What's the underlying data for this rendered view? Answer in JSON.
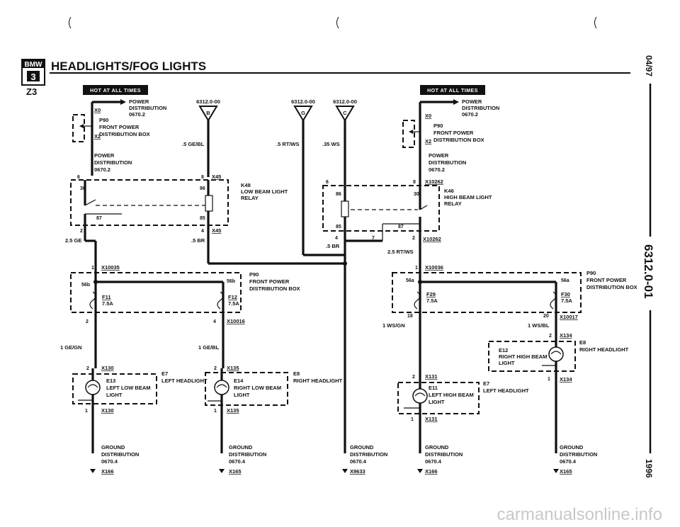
{
  "header": {
    "logo_text": "BMW",
    "title": "HEADLIGHTS/FOG LIGHTS",
    "model": "Z3"
  },
  "side": {
    "date": "04/97",
    "section": "6312.0-01",
    "year": "1996"
  },
  "hot_label": "HOT AT ALL TIMES",
  "watermark": "carmanualsonline.info",
  "left": {
    "pd_power": "POWER",
    "pd_distribution": "DISTRIBUTION",
    "pd_code": "0670.2",
    "x0": "X0",
    "x2": "X2",
    "p90": "P90",
    "front_power": "FRONT POWER",
    "dist_box": "DISTRIBUTION BOX",
    "ref_a": "6312.0-00",
    "ref_a_letter": "B",
    "ref_b": "6312.0-00",
    "ref_b_letter": "G",
    "ref_c": "6312.0-00",
    "ref_c_letter": "C",
    "wire_ge_bl": ".5 GE/BL",
    "wire_rt_ws": ".5 RT/WS",
    "wire_ws": ".35 WS",
    "pd2_power": "POWER",
    "pd2_distribution": "DISTRIBUTION",
    "pd2_code": "0670.2",
    "pin6": "6",
    "pin8": "8",
    "x45_top": "X45",
    "pin30": "30",
    "pin86": "86",
    "pin87": "87",
    "pin85": "85",
    "k48": "K48",
    "low_beam_relay": "LOW BEAM LIGHT",
    "relay": "RELAY",
    "pin2": "2",
    "pin4": "4",
    "x45_bot": "X45",
    "wire_25ge": "2.5 GE",
    "wire_5br": ".5 BR",
    "x10035_pin": "1",
    "x10035": "X10035",
    "pin56b_l": "56b",
    "pin56b_r": "56b",
    "p90b": "P90",
    "front_power_b": "FRONT POWER",
    "dist_box_b": "DISTRIBUTION BOX",
    "f11": "F11",
    "f11_a": "7.5A",
    "f12": "F12",
    "f12_a": "7.5A",
    "x10016_pin2": "2",
    "x10016_pin4": "4",
    "x10016": "X10016",
    "wire_1gegn": "1 GE/GN",
    "wire_1gebl": "1 GE/BL",
    "x130_pin2": "2",
    "x130_top": "X130",
    "e13": "E13",
    "left_low_beam": "LEFT LOW BEAM",
    "light_l": "LIGHT",
    "e7": "E7",
    "left_headlight": "LEFT HEADLIGHT",
    "x130_pin1": "1",
    "x130_bot": "X130",
    "x135_pin2": "2",
    "x135_top": "X135",
    "e14": "E14",
    "right_low_beam": "RIGHT LOW BEAM",
    "light_r": "LIGHT",
    "e8": "E8",
    "right_headlight": "RIGHT HEADLIGHT",
    "x135_pin1": "1",
    "x135_bot": "X135",
    "gnd1_a": "GROUND",
    "gnd1_b": "DISTRIBUTION",
    "gnd1_c": "0670.4",
    "gnd1_x": "X166",
    "gnd2_a": "GROUND",
    "gnd2_b": "DISTRIBUTION",
    "gnd2_c": "0670.4",
    "gnd2_x": "X165",
    "gnd3_a": "GROUND",
    "gnd3_b": "DISTRIBUTION",
    "gnd3_c": "0670.4",
    "gnd3_x": "X9633",
    "pin5_br": ".5 BR"
  },
  "right": {
    "pd_power": "POWER",
    "pd_distribution": "DISTRIBUTION",
    "pd_code": "0670.2",
    "x0": "X0",
    "x2": "X2",
    "p90": "P90",
    "front_power": "FRONT POWER",
    "dist_box": "DISTRIBUTION BOX",
    "pd2_power": "POWER",
    "pd2_distribution": "DISTRIBUTION",
    "pd2_code": "0670.2",
    "pin6": "6",
    "pin8": "8",
    "x10262_top": "X10262",
    "pin86": "86",
    "pin30": "30",
    "pin85": "85",
    "pin87": "87",
    "k46": "K46",
    "high_beam_relay": "HIGH BEAM LIGHT",
    "relay": "RELAY",
    "pin4": "4",
    "pin7": "7",
    "pin2": "2",
    "x10262_bot": "X10262",
    "wire_25rtws": "2.5 RT/WS",
    "x10036_pin": "1",
    "x10036": "X10036",
    "pin56a_l": "56a",
    "pin56a_r": "56a",
    "p90b": "P90",
    "front_power_b": "FRONT POWER",
    "dist_box_b": "DISTRIBUTION BOX",
    "f29": "F29",
    "f29_a": "7.5A",
    "f30": "F30",
    "f30_a": "7.5A",
    "x10017_pin18": "18",
    "x10017_pin20": "20",
    "x10017": "X10017",
    "wire_1wsgn": "1 WS/GN",
    "wire_1wsbl": "1 WS/BL",
    "x134_pin2": "2",
    "x134_top": "X134",
    "e12": "E12",
    "right_high_beam": "RIGHT HIGH BEAM",
    "light_r": "LIGHT",
    "e8": "E8",
    "right_headlight": "RIGHT HEADLIGHT",
    "x134_pin1": "1",
    "x134_bot": "X134",
    "x131_pin2": "2",
    "x131_top": "X131",
    "e11": "E11",
    "left_high_beam": "LEFT HIGH BEAM",
    "light_l": "LIGHT",
    "e7": "E7",
    "left_headlight": "LEFT HEADLIGHT",
    "x131_pin1": "1",
    "x131_bot": "X131",
    "gnd4_a": "GROUND",
    "gnd4_b": "DISTRIBUTION",
    "gnd4_c": "0670.4",
    "gnd4_x": "X166",
    "gnd5_a": "GROUND",
    "gnd5_b": "DISTRIBUTION",
    "gnd5_c": "0670.4",
    "gnd5_x": "X165"
  }
}
